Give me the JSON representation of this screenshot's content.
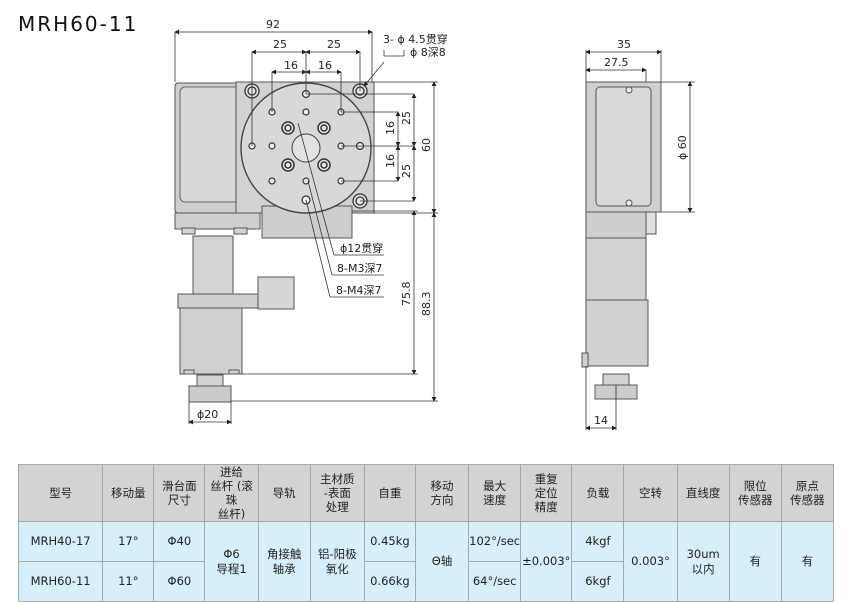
{
  "title": "MRH60-11",
  "drawing": {
    "front_view": {
      "dim_overall_width": "92",
      "dim_hole_spacing_left": "25",
      "dim_hole_spacing_right": "25",
      "dim_inner_spacing_left": "16",
      "dim_inner_spacing_right": "16",
      "dim_vert_upper_25": "25",
      "dim_vert_upper_16": "16",
      "dim_vert_lower_16": "16",
      "dim_vert_lower_25": "25",
      "dim_height_60": "60",
      "dim_height_75_8": "75.8",
      "dim_height_88_3": "88.3",
      "dim_knob_dia": "ϕ20",
      "callout_mount_holes_line1": "3-  ϕ 4.5贯穿",
      "callout_mount_holes_line2": "ϕ 8深8",
      "callout_center_hole": "ϕ12贯穿",
      "callout_m3": "8-M3深7",
      "callout_m4": "8-M4深7"
    },
    "side_view": {
      "dim_width_35": "35",
      "dim_width_27_5": "27.5",
      "dim_dia_60": "ϕ 60",
      "dim_offset_14": "14"
    }
  },
  "spec_table": {
    "headers": [
      [
        "型号"
      ],
      [
        "移动量"
      ],
      [
        "滑台面",
        "尺寸"
      ],
      [
        "进给",
        "丝杆 (滚珠",
        "丝杆)"
      ],
      [
        "导轨"
      ],
      [
        "主材质",
        "-表面",
        "处理"
      ],
      [
        "自重"
      ],
      [
        "移动",
        "方向"
      ],
      [
        "最大",
        "速度"
      ],
      [
        "重复",
        "定位",
        "精度"
      ],
      [
        "负载"
      ],
      [
        "空转"
      ],
      [
        "直线度"
      ],
      [
        "限位",
        "传感器"
      ],
      [
        "原点",
        "传感器"
      ]
    ],
    "rows": [
      {
        "model": "MRH40-17",
        "travel": "17°",
        "table_size": "Φ40",
        "weight": "0.45kg",
        "max_speed": "102°/sec",
        "load": "4kgf"
      },
      {
        "model": "MRH60-11",
        "travel": "11°",
        "table_size": "Φ60",
        "weight": "0.66kg",
        "max_speed": "64°/sec",
        "load": "6kgf"
      }
    ],
    "shared": {
      "lead_screw": [
        "Φ6",
        "导程1"
      ],
      "guide": [
        "角接触",
        "轴承"
      ],
      "material": [
        "铝-阳极",
        "氧化"
      ],
      "direction": "Θ轴",
      "repeatability": "±0.003°",
      "backlash": "0.003°",
      "straightness": [
        "30um",
        "以内"
      ],
      "limit_sensor": "有",
      "origin_sensor": "有"
    }
  }
}
